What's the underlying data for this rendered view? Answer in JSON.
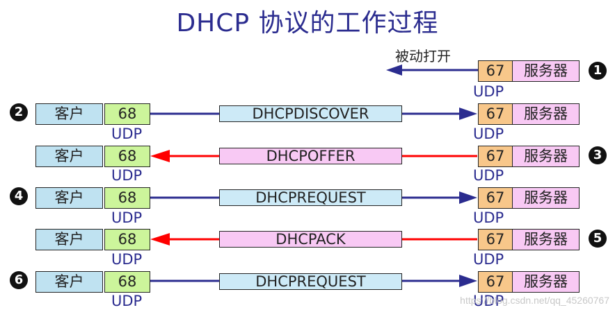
{
  "title": "DHCP 协议的工作过程",
  "passive_open": "被动打开",
  "udp_label": "UDP",
  "client_label": "客户",
  "server_label": "服务器",
  "client_port": "68",
  "server_port": "67",
  "step_numbers": [
    "1",
    "2",
    "3",
    "4",
    "5",
    "6"
  ],
  "messages": [
    {
      "step": "2",
      "label": "DHCPDISCOVER",
      "direction": "client-to-server",
      "color": "#2b2c8f"
    },
    {
      "step": "3",
      "label": "DHCPOFFER",
      "direction": "server-to-client",
      "color": "#ff0000"
    },
    {
      "step": "4",
      "label": "DHCPREQUEST",
      "direction": "client-to-server",
      "color": "#2b2c8f"
    },
    {
      "step": "5",
      "label": "DHCPACK",
      "direction": "server-to-client",
      "color": "#ff0000"
    },
    {
      "step": "6",
      "label": "DHCPREQUEST",
      "direction": "client-to-server",
      "color": "#2b2c8f"
    }
  ],
  "colors": {
    "title": "#2b2c8f",
    "client_box": "#bfe2f1",
    "server_box": "#f8c9f4",
    "port68_box": "#ccf59b",
    "port67_box": "#f8c78a",
    "request_arrow": "#2b2c8f",
    "reply_arrow": "#ff0000"
  },
  "watermark": "https://blog.csdn.net/qq_45260767"
}
